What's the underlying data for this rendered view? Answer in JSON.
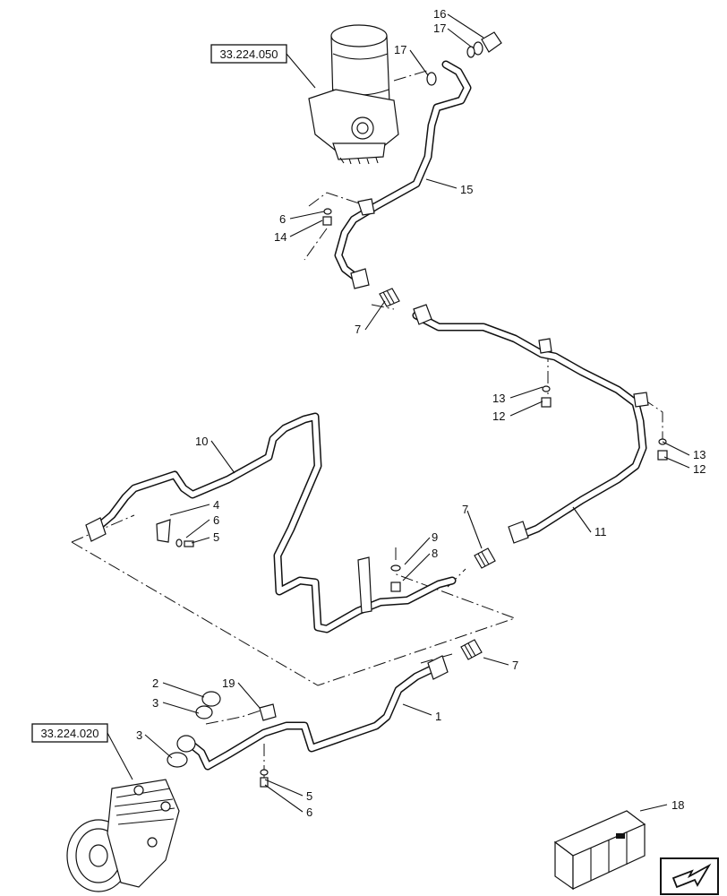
{
  "refs": {
    "top": "33.224.050",
    "bottom": "33.224.020"
  },
  "callouts": {
    "c16": "16",
    "c17a": "17",
    "c17b": "17",
    "c15": "15",
    "c6a": "6",
    "c14": "14",
    "c7a": "7",
    "c13a": "13",
    "c12a": "12",
    "c13b": "13",
    "c12b": "12",
    "c10": "10",
    "c4": "4",
    "c6b": "6",
    "c5a": "5",
    "c7b": "7",
    "c9": "9",
    "c8": "8",
    "c11": "11",
    "c7c": "7",
    "c2": "2",
    "c3a": "3",
    "c19": "19",
    "c1": "1",
    "c3b": "3",
    "c5b": "5",
    "c6c": "6",
    "c18": "18"
  },
  "icons": {
    "nav": "arrow-down-left-icon",
    "kit": "crate-icon"
  }
}
